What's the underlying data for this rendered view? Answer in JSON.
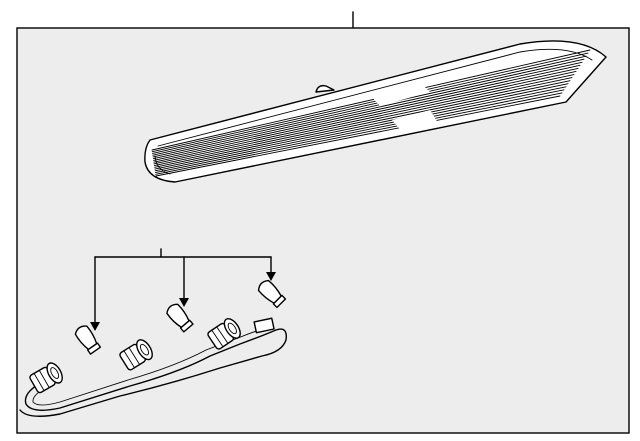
{
  "diagram": {
    "type": "parts-exploded-view",
    "parts": [
      {
        "id": "high-mount-stop-lamp",
        "name": "lamp-assembly"
      },
      {
        "id": "bulb",
        "name": "bulb",
        "count": 3
      },
      {
        "id": "socket-and-wire-harness",
        "name": "wiring-harness"
      }
    ],
    "callouts": [
      {
        "target": "high-mount-stop-lamp",
        "label": ""
      },
      {
        "target": "bulb",
        "label": ""
      }
    ],
    "colors": {
      "line": "#000000",
      "background": "#ffffff",
      "frame_fill": "#ededed"
    }
  }
}
